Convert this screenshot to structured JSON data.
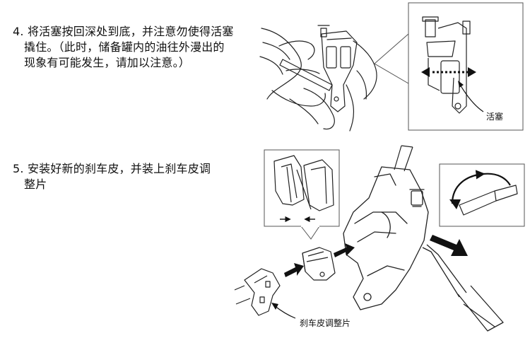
{
  "step4": {
    "line1": "4. 将活塞按回深处到底，并注意勿使得活塞",
    "line2": "撬住。（此时，储备罐内的油往外漫出的",
    "line3": "现象有可能发生，请加以注意。）"
  },
  "step5": {
    "line1": "5. 安装好新的刹车皮，并装上刹车皮调",
    "line2": "整片"
  },
  "labels": {
    "piston": "活塞",
    "pad_spring": "刹车皮调整片"
  }
}
